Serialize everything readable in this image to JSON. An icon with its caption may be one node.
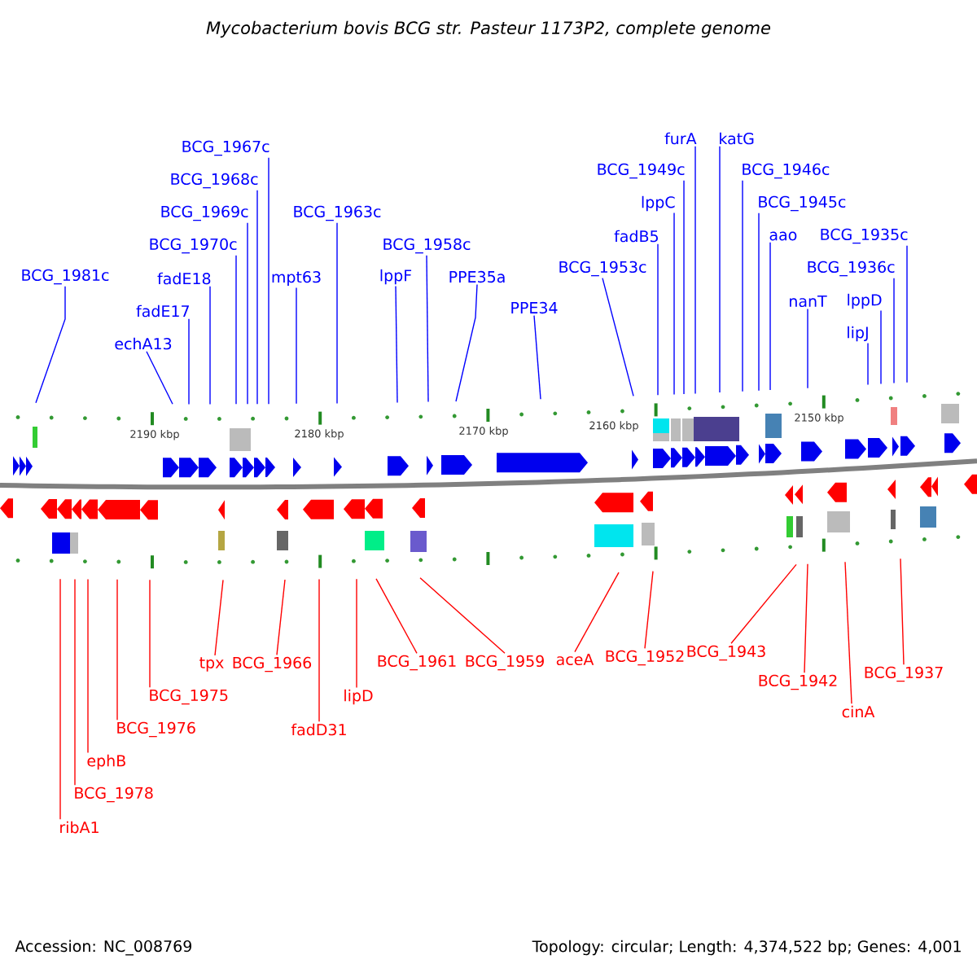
{
  "diagram": {
    "title": "Mycobacterium bovis BCG str. Pasteur 1173P2, complete genome",
    "nodes": [
      {
        "text": [
          "BCG_1981c"
        ]
      },
      {
        "text": [
          "echA13"
        ]
      },
      {
        "text": [
          "fadE17"
        ]
      },
      {
        "text": [
          "fadE18"
        ]
      },
      {
        "text": [
          "BCG_1970c"
        ]
      },
      {
        "text": [
          "BCG_1969c"
        ]
      },
      {
        "text": [
          "BCG_1968c"
        ]
      },
      {
        "text": [
          "BCG_1967c"
        ]
      },
      {
        "text": [
          "mpt63"
        ]
      },
      {
        "text": [
          "BCG_1963c"
        ]
      },
      {
        "text": [
          "lppF"
        ]
      },
      {
        "text": [
          "BCG_1958c"
        ]
      },
      {
        "text": [
          "PPE35a"
        ]
      },
      {
        "text": [
          "PPE34"
        ]
      },
      {
        "text": [
          "BCG_1953c"
        ]
      },
      {
        "text": [
          "fadB5"
        ]
      },
      {
        "text": [
          "lppC"
        ]
      },
      {
        "text": [
          "BCG_1949c"
        ]
      },
      {
        "text": [
          "furA"
        ]
      },
      {
        "text": [
          "katG"
        ]
      },
      {
        "text": [
          "BCG_1946c"
        ]
      },
      {
        "text": [
          "BCG_1945c"
        ]
      },
      {
        "text": [
          "aao"
        ]
      },
      {
        "text": [
          "nanT"
        ]
      },
      {
        "text": [
          "lipJ"
        ]
      },
      {
        "text": [
          "lppD"
        ]
      },
      {
        "text": [
          "BCG_1936c"
        ]
      },
      {
        "text": [
          "BCG_1935c"
        ]
      },
      {
        "text": [
          "ribA1"
        ]
      },
      {
        "text": [
          "BCG_1978"
        ]
      },
      {
        "text": [
          "ephB"
        ]
      },
      {
        "text": [
          "BCG_1976"
        ]
      },
      {
        "text": [
          "BCG_1975"
        ]
      },
      {
        "text": [
          "tpx"
        ]
      },
      {
        "text": [
          "BCG_1966"
        ]
      },
      {
        "text": [
          "fadD31"
        ]
      },
      {
        "text": [
          "lipD"
        ]
      },
      {
        "text": [
          "BCG_1961"
        ]
      },
      {
        "text": [
          "BCG_1959"
        ]
      },
      {
        "text": [
          "aceA"
        ]
      },
      {
        "text": [
          "BCG_1952"
        ]
      },
      {
        "text": [
          "BCG_1943"
        ]
      },
      {
        "text": [
          "BCG_1942"
        ]
      },
      {
        "text": [
          "cinA"
        ]
      },
      {
        "text": [
          "BCG_1937"
        ]
      }
    ],
    "edges": [
      {
        "from": 0,
        "to": null,
        "arrow": "none"
      },
      {
        "from": 1,
        "to": null,
        "arrow": "none"
      },
      {
        "from": 2,
        "to": null,
        "arrow": "none"
      },
      {
        "from": 3,
        "to": null,
        "arrow": "none"
      },
      {
        "from": 4,
        "to": null,
        "arrow": "none"
      },
      {
        "from": 5,
        "to": null,
        "arrow": "none"
      },
      {
        "from": 6,
        "to": null,
        "arrow": "none"
      },
      {
        "from": 7,
        "to": null,
        "arrow": "none"
      },
      {
        "from": 8,
        "to": null,
        "arrow": "none"
      },
      {
        "from": 9,
        "to": null,
        "arrow": "none"
      },
      {
        "from": 10,
        "to": null,
        "arrow": "none"
      },
      {
        "from": 11,
        "to": null,
        "arrow": "none"
      },
      {
        "from": 12,
        "to": null,
        "arrow": "none"
      },
      {
        "from": 13,
        "to": null,
        "arrow": "none"
      },
      {
        "from": 14,
        "to": null,
        "arrow": "none"
      },
      {
        "from": 15,
        "to": null,
        "arrow": "none"
      },
      {
        "from": 16,
        "to": null,
        "arrow": "none"
      },
      {
        "from": 17,
        "to": null,
        "arrow": "none"
      },
      {
        "from": 18,
        "to": null,
        "arrow": "none"
      },
      {
        "from": 19,
        "to": null,
        "arrow": "none"
      },
      {
        "from": 20,
        "to": null,
        "arrow": "none"
      },
      {
        "from": 21,
        "to": null,
        "arrow": "none"
      },
      {
        "from": 22,
        "to": null,
        "arrow": "none"
      },
      {
        "from": 23,
        "to": null,
        "arrow": "none"
      },
      {
        "from": 24,
        "to": null,
        "arrow": "none"
      },
      {
        "from": 25,
        "to": null,
        "arrow": "none"
      },
      {
        "from": 26,
        "to": null,
        "arrow": "none"
      },
      {
        "from": 27,
        "to": null,
        "arrow": "none"
      },
      {
        "from": 28,
        "to": null,
        "arrow": "none",
        "color": "#ff0000"
      },
      {
        "from": 29,
        "to": null,
        "arrow": "none",
        "color": "#ff0000"
      },
      {
        "from": 30,
        "to": null,
        "arrow": "none",
        "color": "#ff0000"
      },
      {
        "from": 31,
        "to": null,
        "arrow": "none",
        "color": "#ff0000"
      },
      {
        "from": 32,
        "to": null,
        "arrow": "none",
        "color": "#ff0000"
      },
      {
        "from": 33,
        "to": null,
        "arrow": "none",
        "color": "#ff0000"
      },
      {
        "from": 34,
        "to": null,
        "arrow": "none",
        "color": "#ff0000"
      },
      {
        "from": 35,
        "to": null,
        "arrow": "none",
        "color": "#ff0000"
      },
      {
        "from": 36,
        "to": null,
        "arrow": "none",
        "color": "#ff0000"
      },
      {
        "from": 37,
        "to": null,
        "arrow": "none",
        "color": "#ff0000"
      },
      {
        "from": 38,
        "to": null,
        "arrow": "none",
        "color": "#ff0000"
      },
      {
        "from": 39,
        "to": null,
        "arrow": "none",
        "color": "#ff0000"
      },
      {
        "from": 40,
        "to": null,
        "arrow": "none",
        "color": "#ff0000"
      },
      {
        "from": 41,
        "to": null,
        "arrow": "none",
        "color": "#ff0000"
      },
      {
        "from": 42,
        "to": null,
        "arrow": "none",
        "color": "#ff0000"
      },
      {
        "from": 43,
        "to": null,
        "arrow": "none",
        "color": "#ff0000"
      },
      {
        "from": 44,
        "to": null,
        "arrow": "none",
        "color": "#ff0000"
      }
    ],
    "labels": [
      "2190 kbp",
      "2180 kbp",
      "2170 kbp",
      "2160 kbp",
      "2150 kbp",
      "Accession: NC_008769",
      "Topology: circular; Length: 4,374,522 bp; Genes: 4,001"
    ]
  }
}
